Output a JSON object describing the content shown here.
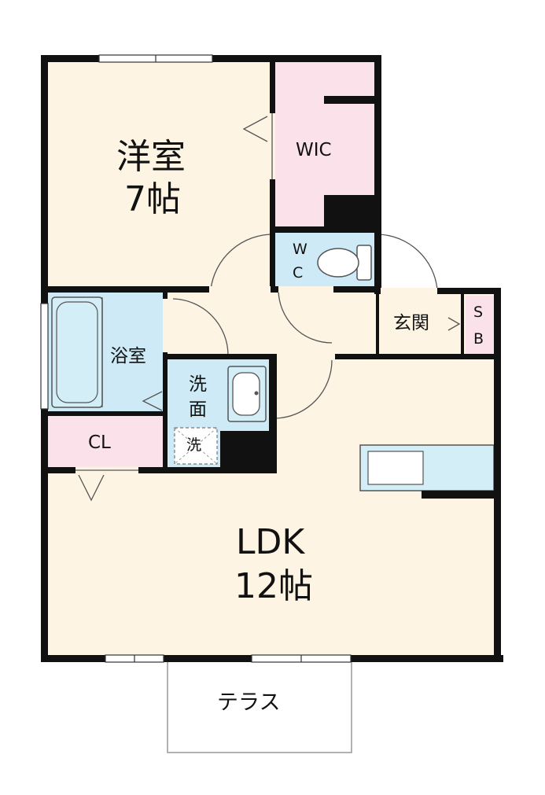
{
  "rooms": {
    "western_room": {
      "name": "洋室",
      "size": "7帖"
    },
    "walk_in_closet": {
      "name": "WIC"
    },
    "toilet": {
      "line1": "W",
      "line2": "C"
    },
    "bathroom": {
      "name": "浴室"
    },
    "washroom": {
      "line1": "洗",
      "line2": "面"
    },
    "washer": {
      "name": "洗"
    },
    "closet": {
      "name": "CL"
    },
    "entrance": {
      "name": "玄関"
    },
    "shoe_box": {
      "line1": "S",
      "line2": "B"
    },
    "ldk": {
      "name": "LDK",
      "size": "12帖"
    },
    "terrace": {
      "name": "テラス"
    }
  },
  "colors": {
    "wall": "#111111",
    "floor_beige": "#fdf4e3",
    "wet_blue": "#cdeaf6",
    "storage_pink": "#fae1ea",
    "fixture_blue": "#d4eef8"
  }
}
